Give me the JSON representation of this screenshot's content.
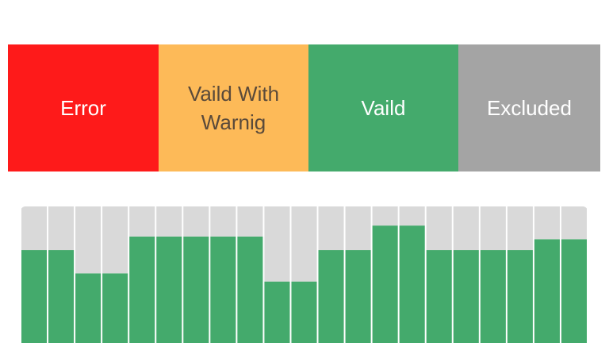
{
  "legend": {
    "items": [
      {
        "key": "error",
        "label": "Error",
        "color": "#fe1a1a"
      },
      {
        "key": "warn",
        "label": "Vaild With Warnig",
        "color": "#fdba58"
      },
      {
        "key": "valid",
        "label": "Vaild",
        "color": "#44aa6c"
      },
      {
        "key": "excluded",
        "label": "Excluded",
        "color": "#a4a4a4"
      }
    ]
  },
  "chart_data": {
    "type": "bar",
    "stacked": true,
    "grid": false,
    "series": [
      {
        "key": "valid",
        "color": "#44aa6c",
        "values": [
          68,
          68,
          51,
          51,
          78,
          78,
          78,
          78,
          78,
          45,
          45,
          68,
          68,
          86,
          86,
          68,
          68,
          68,
          68,
          76,
          76
        ]
      },
      {
        "key": "remainder",
        "color": "#d9d9d9",
        "values": [
          32,
          32,
          49,
          49,
          22,
          22,
          22,
          22,
          22,
          55,
          55,
          32,
          32,
          14,
          14,
          32,
          32,
          32,
          32,
          24,
          24
        ]
      }
    ],
    "ylim": [
      0,
      100
    ]
  }
}
